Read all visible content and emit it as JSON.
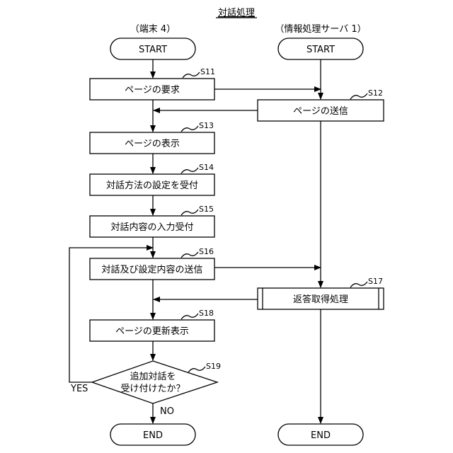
{
  "title": "対話処理",
  "terminal_header": "（端末 4）",
  "server_header": "（情報処理サーバ 1）",
  "terminal": {
    "start": "START",
    "end": "END",
    "s11": {
      "label": "S11",
      "text": "ページの要求"
    },
    "s13": {
      "label": "S13",
      "text": "ページの表示"
    },
    "s14": {
      "label": "S14",
      "text": "対話方法の設定を受付"
    },
    "s15": {
      "label": "S15",
      "text": "対話内容の入力受付"
    },
    "s16": {
      "label": "S16",
      "text": "対話及び設定内容の送信"
    },
    "s18": {
      "label": "S18",
      "text": "ページの更新表示"
    },
    "s19": {
      "label": "S19",
      "line1": "追加対話を",
      "line2": "受け付けたか？"
    },
    "yes": "YES",
    "no": "NO"
  },
  "server": {
    "start": "START",
    "end": "END",
    "s12": {
      "label": "S12",
      "text": "ページの送信"
    },
    "s17": {
      "label": "S17",
      "text": "返答取得処理"
    }
  }
}
